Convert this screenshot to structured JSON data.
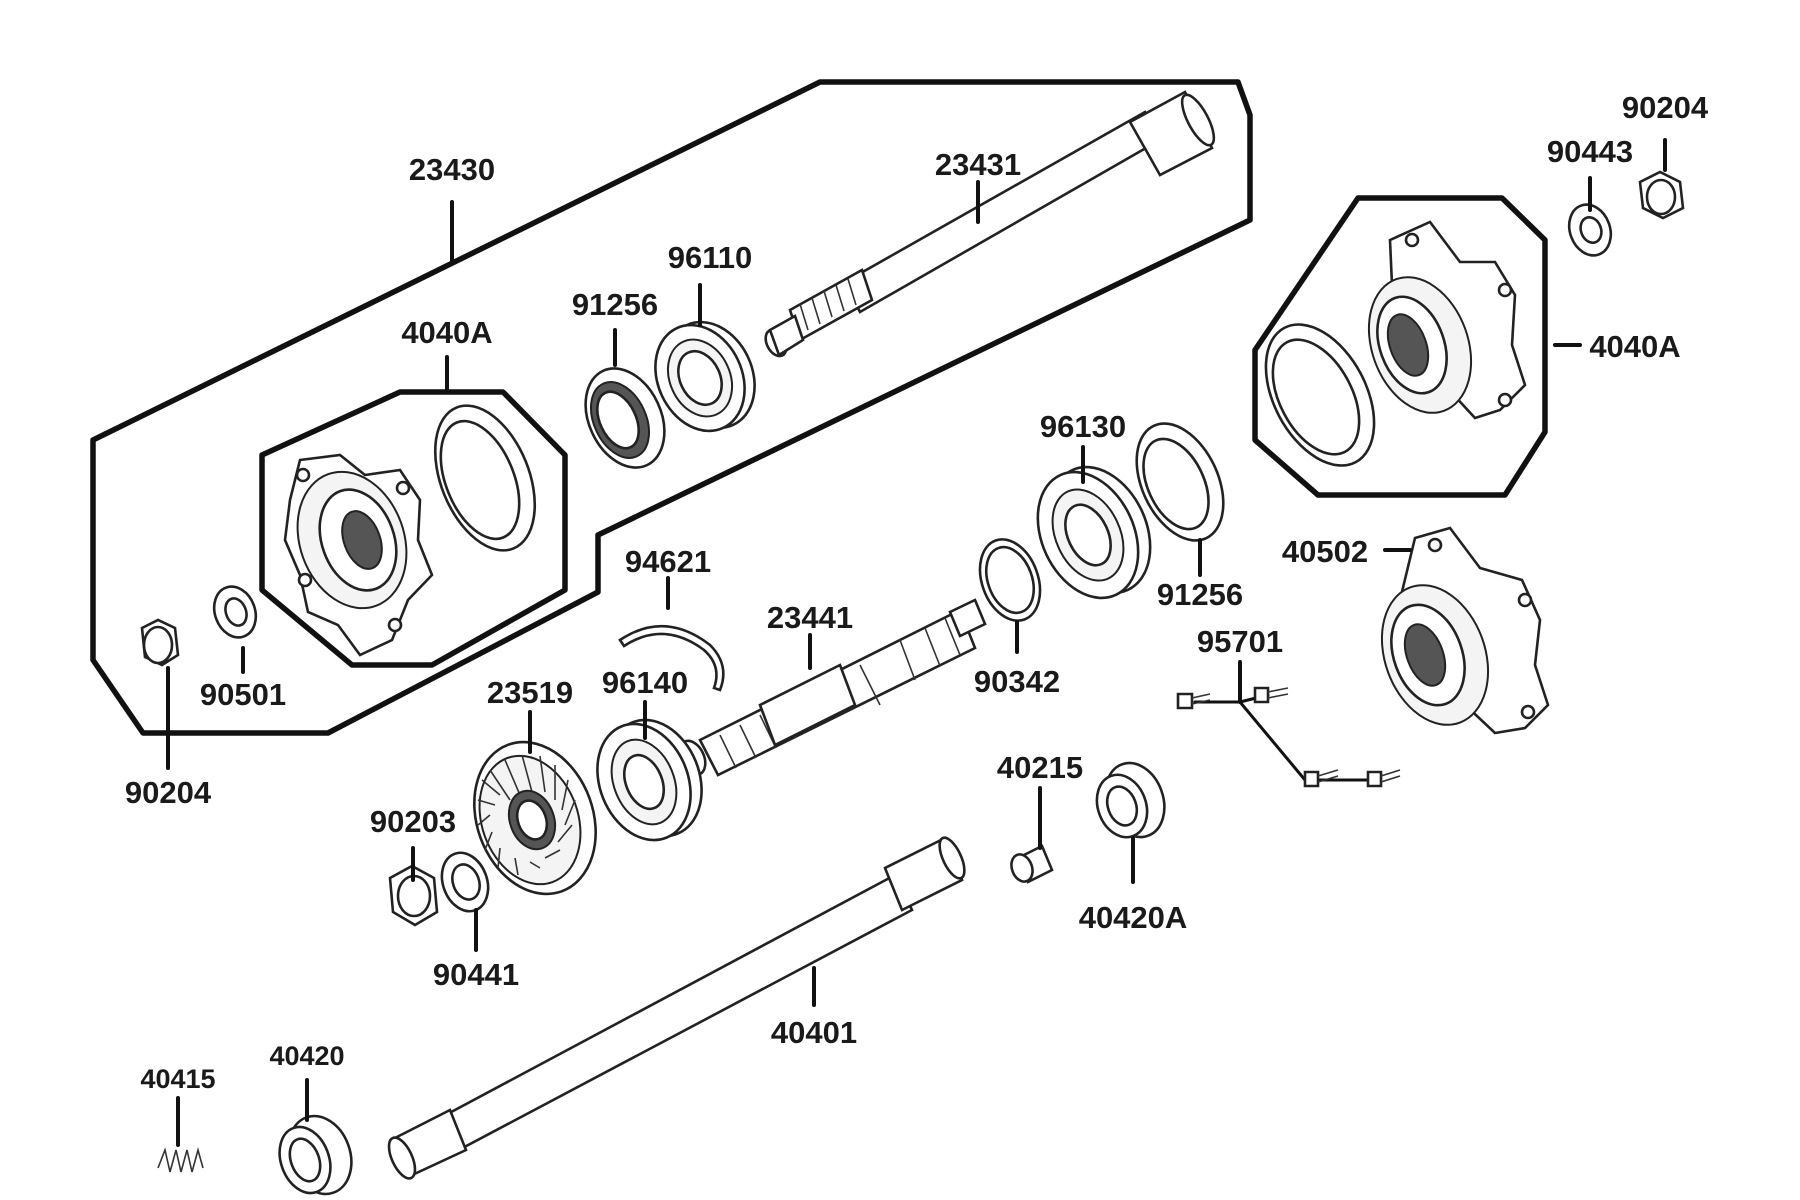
{
  "diagram": {
    "callouts": {
      "c23430": "23430",
      "c23431": "23431",
      "c4040A_left": "4040A",
      "c96110": "96110",
      "c91256_top": "91256",
      "c90501": "90501",
      "c90204_left": "90204",
      "c90204_right": "90204",
      "c90443": "90443",
      "c4040A_right": "4040A",
      "c96130": "96130",
      "c91256_mid": "91256",
      "c94621": "94621",
      "c23441": "23441",
      "c90342": "90342",
      "c40502": "40502",
      "c95701": "95701",
      "c23519": "23519",
      "c96140": "96140",
      "c40215": "40215",
      "c40420A": "40420A",
      "c90203": "90203",
      "c90441": "90441",
      "c40401": "40401",
      "c40415": "40415",
      "c40420": "40420"
    }
  }
}
